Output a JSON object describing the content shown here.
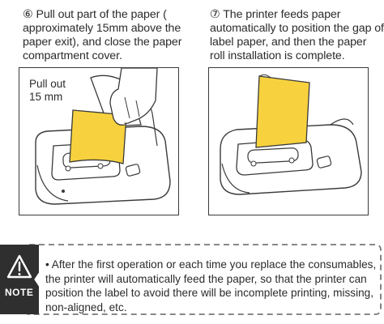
{
  "steps": [
    {
      "marker": "⑥",
      "text": "Pull out part of the paper ( approximately 15mm above the paper exit), and close the paper compartment cover.",
      "callout_line1": "Pull out",
      "callout_line2": "15 mm"
    },
    {
      "marker": "⑦",
      "text": "The printer feeds paper automatically to position  the gap of label paper, and then the paper roll installation is complete."
    }
  ],
  "note": {
    "label": "NOTE",
    "text": "• After the first operation or each time you replace the consumables, the printer will automatically feed the paper, so that the printer can position the label to avoid there will be incomplete printing, missing, non-aligned, etc."
  },
  "colors": {
    "paper": "#f7d23e",
    "paper_outline": "#3a3a3a",
    "badge": "#2f2f2f",
    "dash": "#777777"
  }
}
